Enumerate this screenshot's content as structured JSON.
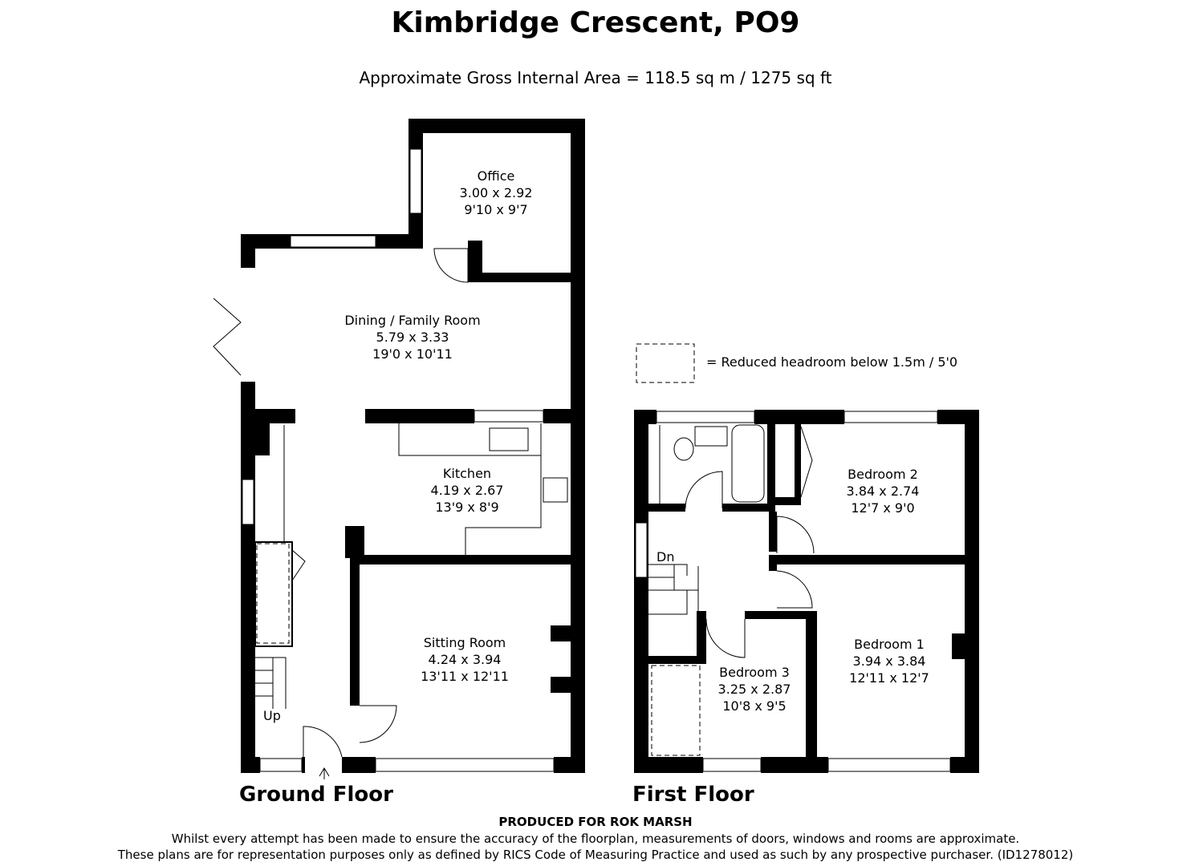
{
  "header": {
    "title": "Kimbridge Crescent, PO9",
    "subtitle": "Approximate Gross Internal Area = 118.5 sq m / 1275 sq ft"
  },
  "legend": {
    "text": "= Reduced headroom below 1.5m / 5'0"
  },
  "ground_floor": {
    "label": "Ground Floor",
    "stair_label": "Up",
    "rooms": [
      {
        "name": "Office",
        "metric": "3.00 x 2.92",
        "imperial": "9'10 x 9'7"
      },
      {
        "name": "Dining / Family Room",
        "metric": "5.79 x 3.33",
        "imperial": "19'0 x 10'11"
      },
      {
        "name": "Kitchen",
        "metric": "4.19 x 2.67",
        "imperial": "13'9 x 8'9"
      },
      {
        "name": "Sitting Room",
        "metric": "4.24 x 3.94",
        "imperial": "13'11 x 12'11"
      }
    ]
  },
  "first_floor": {
    "label": "First Floor",
    "stair_label": "Dn",
    "rooms": [
      {
        "name": "Bedroom 2",
        "metric": "3.84 x 2.74",
        "imperial": "12'7 x 9'0"
      },
      {
        "name": "Bedroom 1",
        "metric": "3.94 x 3.84",
        "imperial": "12'11 x 12'7"
      },
      {
        "name": "Bedroom 3",
        "metric": "3.25 x 2.87",
        "imperial": "10'8 x 9'5"
      }
    ]
  },
  "footer": {
    "producer": "PRODUCED FOR ROK MARSH",
    "disclaimer_1": "Whilst every attempt has been made to ensure the accuracy of the floorplan, measurements of doors, windows and rooms are approximate.",
    "disclaimer_2": "These plans are for representation purposes only as defined by RICS Code of Measuring Practice and used as such by any prospective purchaser. (ID1278012)"
  }
}
